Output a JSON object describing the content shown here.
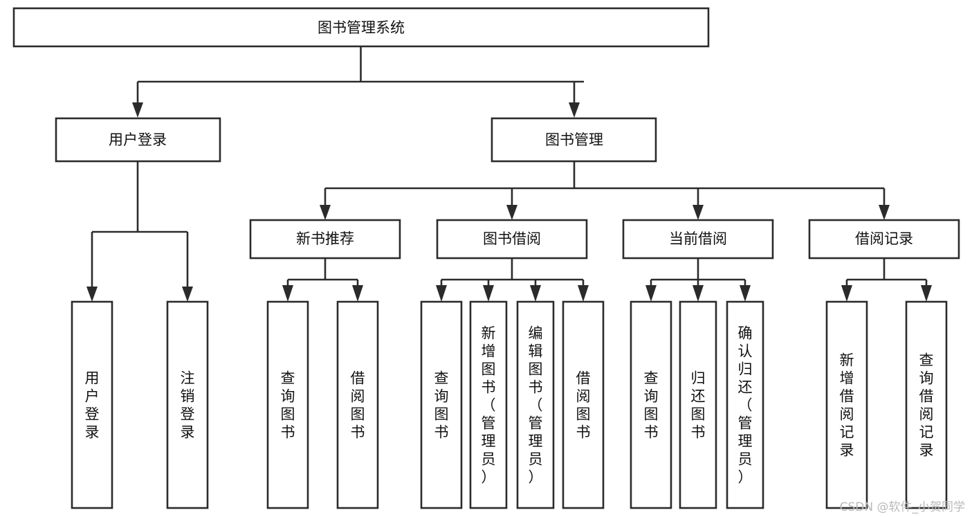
{
  "diagram": {
    "title": "图书管理系统",
    "type": "tree-hierarchy",
    "root": {
      "id": "root",
      "label": "图书管理系统",
      "orientation": "horizontal"
    },
    "level2": [
      {
        "id": "user-login",
        "label": "用户登录",
        "orientation": "horizontal"
      },
      {
        "id": "book-manage",
        "label": "图书管理",
        "orientation": "horizontal"
      }
    ],
    "level3": [
      {
        "id": "new-book-recommend",
        "label": "新书推荐",
        "orientation": "horizontal",
        "parent": "book-manage"
      },
      {
        "id": "book-borrow",
        "label": "图书借阅",
        "orientation": "horizontal",
        "parent": "book-manage"
      },
      {
        "id": "current-borrow",
        "label": "当前借阅",
        "orientation": "horizontal",
        "parent": "book-manage"
      },
      {
        "id": "borrow-record",
        "label": "借阅记录",
        "orientation": "horizontal",
        "parent": "book-manage"
      }
    ],
    "leaves": [
      {
        "id": "leaf-user-login",
        "label": "用户登录",
        "orientation": "vertical",
        "parent": "user-login"
      },
      {
        "id": "leaf-logout",
        "label": "注销登录",
        "orientation": "vertical",
        "parent": "user-login"
      },
      {
        "id": "leaf-query-book-1",
        "label": "查询图书",
        "orientation": "vertical",
        "parent": "new-book-recommend"
      },
      {
        "id": "leaf-borrow-book-1",
        "label": "借阅图书",
        "orientation": "vertical",
        "parent": "new-book-recommend"
      },
      {
        "id": "leaf-query-book-2",
        "label": "查询图书",
        "orientation": "vertical",
        "parent": "book-borrow"
      },
      {
        "id": "leaf-add-book",
        "label": "新增图书（管理员）",
        "orientation": "vertical",
        "parent": "book-borrow"
      },
      {
        "id": "leaf-edit-book",
        "label": "编辑图书（管理员）",
        "orientation": "vertical",
        "parent": "book-borrow"
      },
      {
        "id": "leaf-borrow-book-2",
        "label": "借阅图书",
        "orientation": "vertical",
        "parent": "book-borrow"
      },
      {
        "id": "leaf-query-book-3",
        "label": "查询图书",
        "orientation": "vertical",
        "parent": "current-borrow"
      },
      {
        "id": "leaf-return-book",
        "label": "归还图书",
        "orientation": "vertical",
        "parent": "current-borrow"
      },
      {
        "id": "leaf-confirm-return",
        "label": "确认归还（管理员）",
        "orientation": "vertical",
        "parent": "current-borrow"
      },
      {
        "id": "leaf-add-record",
        "label": "新增借阅记录",
        "orientation": "vertical",
        "parent": "borrow-record"
      },
      {
        "id": "leaf-query-record",
        "label": "查询借阅记录",
        "orientation": "vertical",
        "parent": "borrow-record"
      }
    ],
    "colors": {
      "stroke": "#2b2b2b",
      "fill": "#ffffff",
      "text": "#111111",
      "background": "#ffffff",
      "watermark": "#b9b9b9"
    }
  },
  "watermark": {
    "text": "CSDN @软件_小贺同学"
  }
}
